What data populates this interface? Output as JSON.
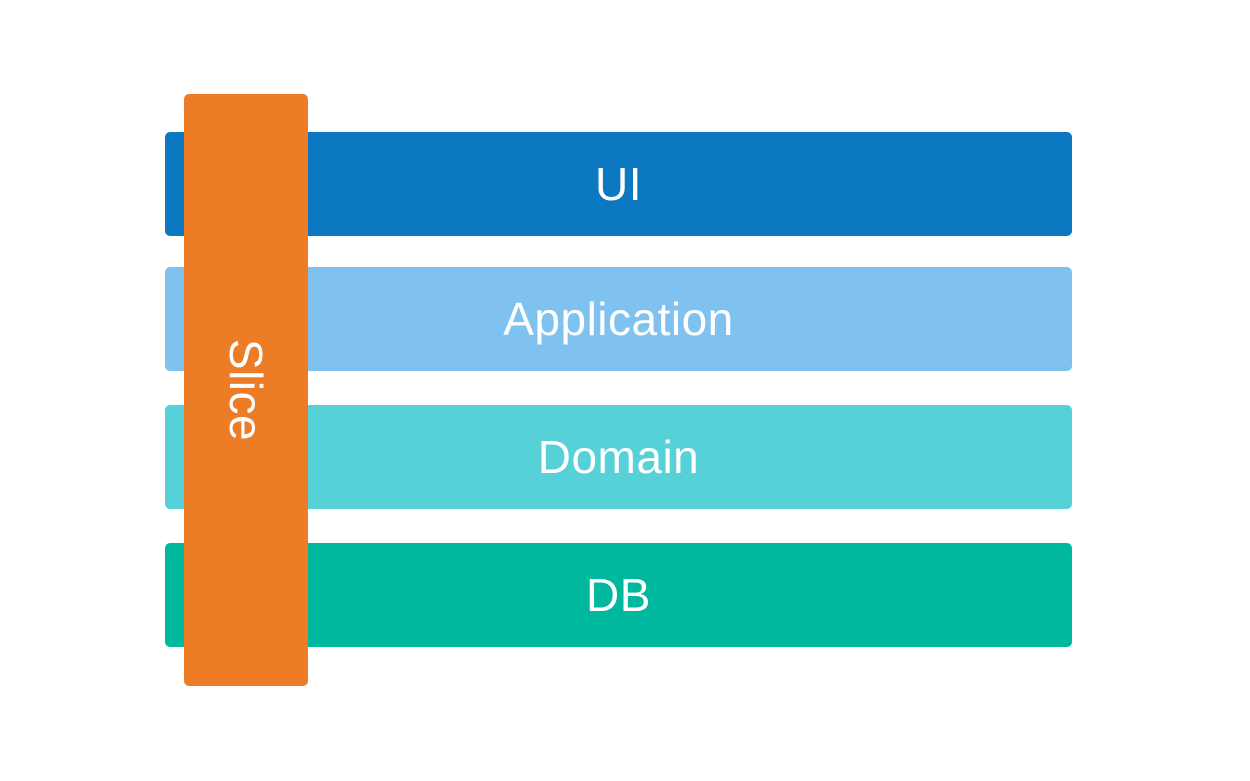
{
  "diagram": {
    "layers": [
      {
        "label": "UI",
        "color": "#0d78c2"
      },
      {
        "label": "Application",
        "color": "#7fc2f0"
      },
      {
        "label": "Domain",
        "color": "#57d1d8"
      },
      {
        "label": "DB",
        "color": "#00b89d"
      }
    ],
    "slice": {
      "label": "Slice",
      "color": "#ec7c25"
    }
  }
}
